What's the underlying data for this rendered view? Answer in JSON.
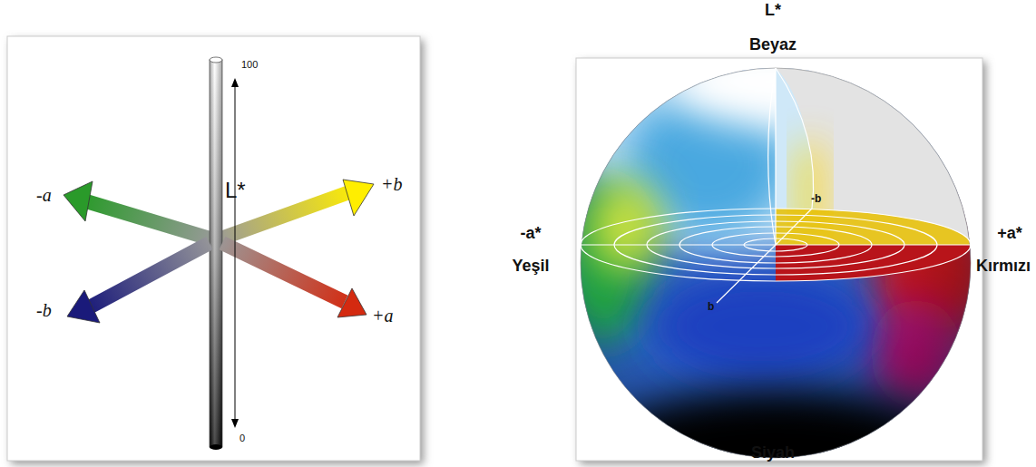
{
  "diagram": {
    "labels": [
      "100",
      "L*",
      "0",
      "-a",
      "+b",
      "-b",
      "+a",
      "L*",
      "Beyaz",
      "-a*",
      "Yeşil",
      "+a*",
      "Kırmızı",
      "Siyah",
      "-b",
      "b"
    ]
  }
}
